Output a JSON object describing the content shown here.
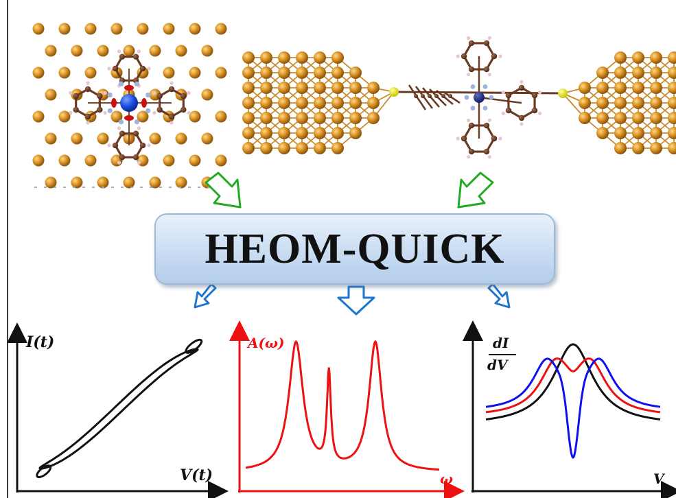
{
  "title": "HEOM-QUICK",
  "colors": {
    "gold_atom": "#d58c1c",
    "gold_bond": "#c88a2a",
    "carbon": "#6a3a22",
    "nitrogen": "#9eb4dc",
    "hydrogen": "#e6c6cf",
    "metal_center": "#1a4be0",
    "oxygen_lobe": "#cc1010",
    "sulfur": "#eeee10",
    "arrow_green": "#22aa22",
    "arrow_blue": "#1f74cc",
    "curve_black": "#111111",
    "curve_red": "#ee1111",
    "curve_blue": "#1010ee"
  },
  "panels": [
    {
      "id": "current",
      "ylabel": "I(t)",
      "xlabel": "V(t)",
      "type": "line",
      "description_curve": "hysteresis loop",
      "series": [
        {
          "color": "#111111",
          "x": [
            -1.0,
            -0.5,
            0.0,
            0.5,
            1.0,
            0.5,
            0.0,
            -0.5,
            -1.0
          ],
          "y": [
            -1.0,
            -0.62,
            -0.08,
            0.42,
            1.0,
            0.52,
            0.08,
            -0.4,
            -1.0
          ]
        }
      ]
    },
    {
      "id": "spectral",
      "ylabel": "A(ω)",
      "xlabel": "ω",
      "type": "line",
      "series": [
        {
          "color": "#ee1111",
          "peaks": [
            {
              "center": 0.26,
              "height": 1.0,
              "width": 0.045
            },
            {
              "center": 0.43,
              "height": 0.72,
              "width": 0.012
            },
            {
              "center": 0.67,
              "height": 1.0,
              "width": 0.04
            }
          ],
          "baseline": 0.0
        }
      ]
    },
    {
      "id": "conductance",
      "ylabel_top": "dI",
      "ylabel_bottom": "dV",
      "xlabel": "V",
      "type": "line",
      "series": [
        {
          "color": "#111111",
          "shape": "single-peak"
        },
        {
          "color": "#ee1111",
          "shape": "split-peak-small-dip"
        },
        {
          "color": "#1010ee",
          "shape": "split-peak-deep-dip"
        }
      ]
    }
  ]
}
